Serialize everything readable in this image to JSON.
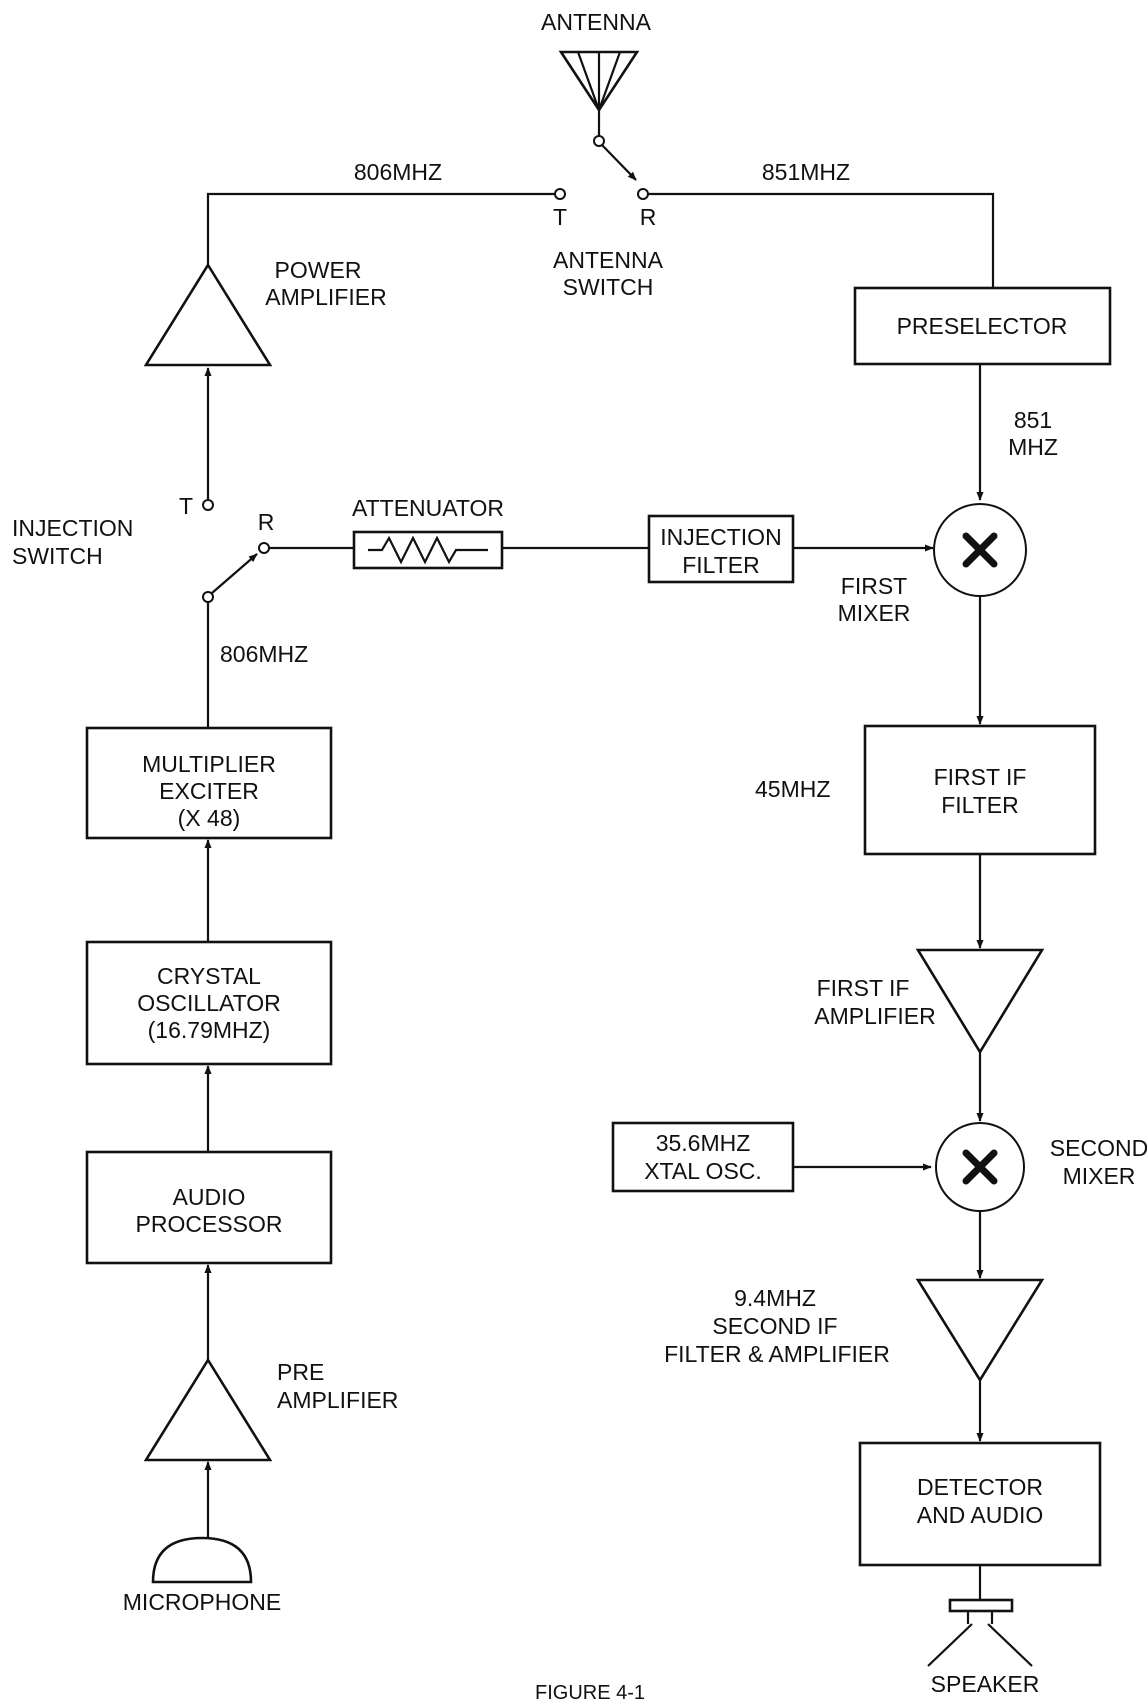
{
  "labels": {
    "antenna": "ANTENNA",
    "antenna_switch_1": "ANTENNA",
    "antenna_switch_2": "SWITCH",
    "tx_freq_top": "806MHZ",
    "rx_freq_top": "851MHZ",
    "switch_t": "T",
    "switch_r": "R",
    "power_amp_1": "POWER",
    "power_amp_2": "AMPLIFIER",
    "preselector": "PRESELECTOR",
    "rx_freq_mid_1": "851",
    "rx_freq_mid_2": "MHZ",
    "injection_switch_1": "INJECTION",
    "injection_switch_2": "SWITCH",
    "inj_t": "T",
    "inj_r": "R",
    "attenuator": "ATTENUATOR",
    "injection_filter_1": "INJECTION",
    "injection_filter_2": "FILTER",
    "first_mixer_1": "FIRST",
    "first_mixer_2": "MIXER",
    "tx_freq_mid": "806MHZ",
    "multiplier_1": "MULTIPLIER",
    "multiplier_2": "EXCITER",
    "multiplier_3": "(X 48)",
    "if_freq": "45MHZ",
    "first_if_filter_1": "FIRST IF",
    "first_if_filter_2": "FILTER",
    "crystal_1": "CRYSTAL",
    "crystal_2": "OSCILLATOR",
    "crystal_3": "(16.79MHZ)",
    "first_if_amp_1": "FIRST IF",
    "first_if_amp_2": "AMPLIFIER",
    "xtal_osc_1": "35.6MHZ",
    "xtal_osc_2": "XTAL OSC.",
    "second_mixer_1": "SECOND",
    "second_mixer_2": "MIXER",
    "audio_proc_1": "AUDIO",
    "audio_proc_2": "PROCESSOR",
    "second_if_1": "9.4MHZ",
    "second_if_2": "SECOND IF",
    "second_if_3": "FILTER & AMPLIFIER",
    "pre_amp_1": "PRE",
    "pre_amp_2": "AMPLIFIER",
    "detector_1": "DETECTOR",
    "detector_2": "AND AUDIO",
    "microphone": "MICROPHONE",
    "speaker": "SPEAKER",
    "figure_caption": "FIGURE 4-1"
  },
  "icons": {
    "antenna": "antenna-icon",
    "mixer": "multiply-icon",
    "attenuator": "resistor-icon",
    "microphone": "microphone-icon",
    "speaker": "speaker-icon"
  }
}
